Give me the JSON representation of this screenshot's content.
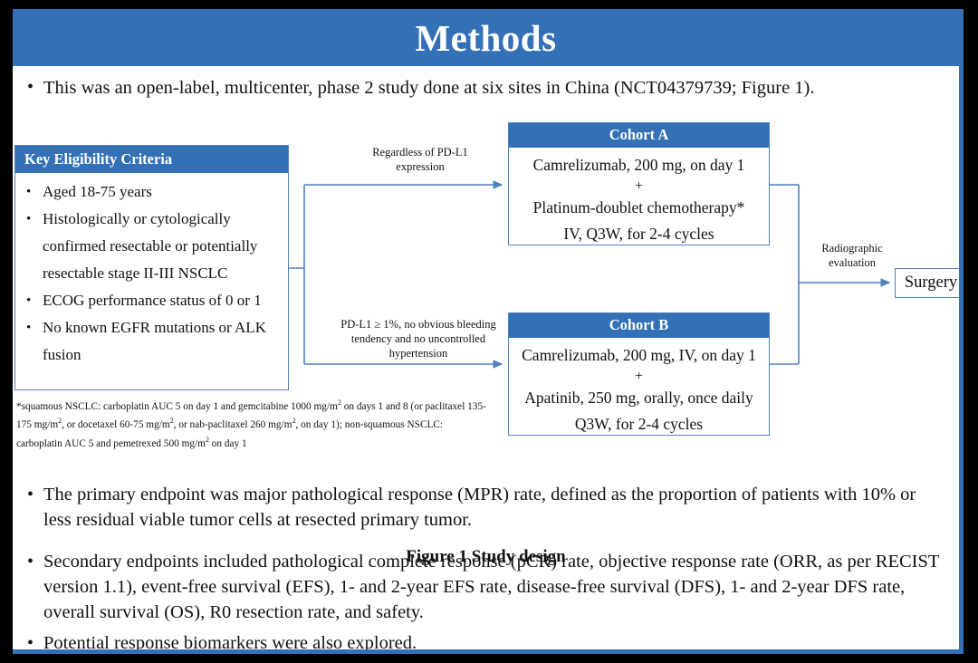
{
  "slide": {
    "title": "Methods",
    "accent_color": "#3370b6",
    "frame_color": "#000000",
    "connector_color": "#4f81bd"
  },
  "lead_bullet": {
    "marker": "•",
    "text": "This was an open-label, multicenter, phase 2 study done at six sites in China (NCT04379739; Figure 1)."
  },
  "figure": {
    "caption": "Figure 1 Study design",
    "eligibility": {
      "header": "Key  Eligibility Criteria",
      "items": [
        "Aged 18-75 years",
        "Histologically or cytologically confirmed resectable or potentially resectable stage II-III  NSCLC",
        "ECOG performance status of 0 or 1",
        "No known EGFR mutations or ALK fusion"
      ]
    },
    "footnote": "*squamous NSCLC: carboplatin AUC 5 on day 1 and gemcitabine 1000 mg/m2 on days 1 and 8 (or paclitaxel 135-175 mg/m2, or docetaxel 60-75 mg/m2, or nab-paclitaxel 260 mg/m2, on day 1); non-squamous NSCLC: carboplatin AUC 5 and pemetrexed 500 mg/m2 on day 1",
    "connector_labels": {
      "top": "Regardless  of PD-L1 expression",
      "bottom": "PD-L1 ≥ 1%, no obvious bleeding tendency  and no uncontrolled  hypertension",
      "right": "Radiographic evaluation"
    },
    "cohort_a": {
      "header": "Cohort A",
      "line1": "Camrelizumab, 200 mg, on day 1",
      "plus": "+",
      "line2": "Platinum-doublet chemotherapy*",
      "line3": "IV, Q3W, for 2-4 cycles"
    },
    "cohort_b": {
      "header": "Cohort B",
      "line1": "Camrelizumab, 200 mg, IV, on day 1",
      "plus": "+",
      "line2": "Apatinib, 250 mg, orally, once daily",
      "line3": "Q3W, for 2-4 cycles"
    },
    "surgery": {
      "label": "Surgery"
    }
  },
  "bullets": [
    {
      "marker": "•",
      "text": "The primary endpoint was major pathological response (MPR) rate, defined as the proportion of patients with 10% or less residual viable tumor cells at resected primary tumor."
    },
    {
      "marker": "•",
      "text": "Secondary endpoints included pathological complete response (pCR) rate, objective response rate (ORR, as per RECIST version 1.1), event-free survival (EFS), 1- and 2-year EFS rate, disease-free survival (DFS), 1- and 2-year DFS rate, overall survival (OS), R0 resection rate, and safety."
    },
    {
      "marker": "•",
      "text": "Potential response biomarkers were also explored."
    }
  ]
}
